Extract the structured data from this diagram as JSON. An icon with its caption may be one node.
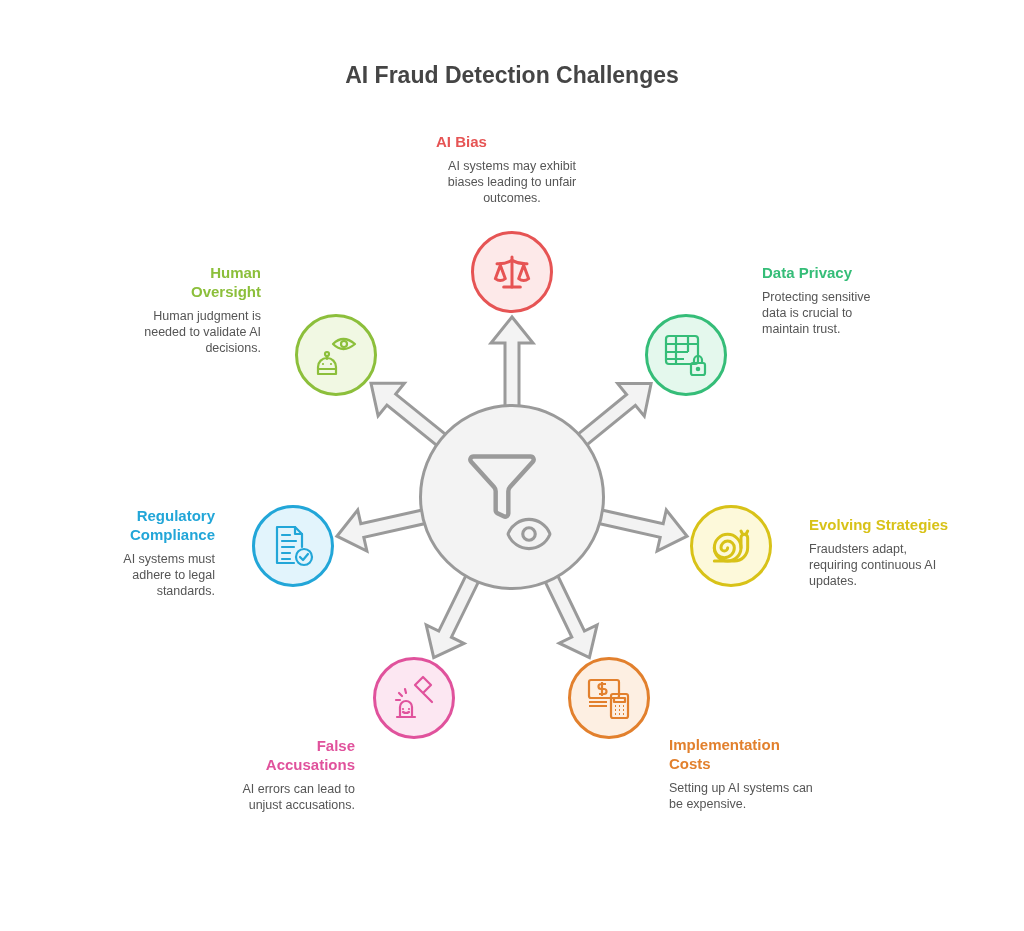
{
  "diagram": {
    "title": "AI Fraud Detection Challenges",
    "nodes": [
      {
        "text": [],
        "shape": "circle"
      },
      {
        "text": [
          "AI Bias",
          "AI systems may exhibit biases leading to unfair outcomes."
        ]
      },
      {
        "text": [
          "Data Privacy",
          "Protecting sensitive data is crucial to maintain trust."
        ]
      },
      {
        "text": [
          "Evolving Strategies",
          "Fraudsters adapt, requiring continuous AI updates."
        ]
      },
      {
        "text": [
          "Implementation Costs",
          "Setting up AI systems can be expensive."
        ]
      },
      {
        "text": [
          "False Accusations",
          "AI errors can lead to unjust accusations."
        ]
      },
      {
        "text": [
          "Regulatory Compliance",
          "AI systems must adhere to legal standards."
        ]
      },
      {
        "text": [
          "Human Oversight",
          "Human judgment is needed to validate AI decisions."
        ]
      }
    ],
    "edges": [
      {
        "from": 0,
        "to": 1,
        "arrow": "to"
      },
      {
        "from": 0,
        "to": 2,
        "arrow": "to"
      },
      {
        "from": 0,
        "to": 3,
        "arrow": "to"
      },
      {
        "from": 0,
        "to": 4,
        "arrow": "to"
      },
      {
        "from": 0,
        "to": 5,
        "arrow": "to"
      },
      {
        "from": 0,
        "to": 6,
        "arrow": "to"
      },
      {
        "from": 0,
        "to": 7,
        "arrow": "to"
      }
    ]
  }
}
